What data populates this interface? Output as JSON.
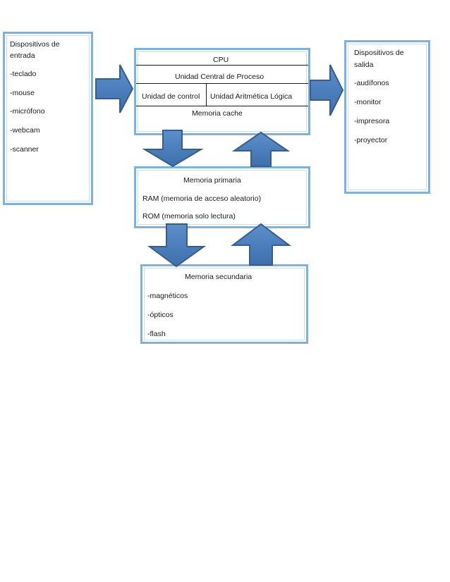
{
  "input_devices": {
    "title_line1": "Dispositivos de",
    "title_line2": "entrada",
    "items": [
      "-teclado",
      "-mouse",
      "-micrófono",
      "-webcam",
      "-scanner"
    ]
  },
  "cpu": {
    "title": "CPU",
    "subtitle": "Unidad Central de Proceso",
    "control_unit": "Unidad de control",
    "alu": "Unidad Aritmética Lógica",
    "cache": "Memoria cache"
  },
  "output_devices": {
    "title_line1": "Dispositivos de",
    "title_line2": "salida",
    "items": [
      "-audífonos",
      "-monitor",
      "-impresora",
      "-proyector"
    ]
  },
  "primary_memory": {
    "title": "Memoria primaria",
    "ram": "RAM  (memoria de acceso aleatorio)",
    "rom": "ROM (memoria solo lectura)"
  },
  "secondary_memory": {
    "title": "Memoria secundaria",
    "items": [
      "-magnéticos",
      "-ópticos",
      "-flash"
    ]
  },
  "colors": {
    "arrow_fill": "#4f81bd",
    "arrow_stroke": "#385d8a",
    "frame": "#7fb2d8"
  }
}
